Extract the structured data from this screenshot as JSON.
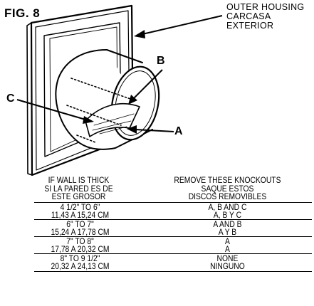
{
  "figure": {
    "label": "FIG. 8",
    "callouts": {
      "outer_housing": [
        "OUTER HOUSING",
        "CARCASA",
        "EXTERIOR"
      ],
      "a": "A",
      "b": "B",
      "c": "C"
    }
  },
  "table": {
    "header_left": [
      "IF WALL IS THICK",
      "SI LA PARED ES DE",
      "ESTE GROSOR"
    ],
    "header_right": [
      "REMOVE THESE KNOCKOUTS",
      "SAQUE ESTOS",
      "DISCOS REMOVIBLES"
    ],
    "rows": [
      {
        "thickness_in": "4 1/2\" TO 6\"",
        "thickness_cm": "11,43  A 15,24 CM",
        "remove_en": "A, B AND C",
        "remove_es": "A, B Y C"
      },
      {
        "thickness_in": "6\" TO 7\"",
        "thickness_cm": "15,24  A 17,78 CM",
        "remove_en": "A AND B",
        "remove_es": "A Y B"
      },
      {
        "thickness_in": "7\" TO 8\"",
        "thickness_cm": "17,78  A 20,32 CM",
        "remove_en": "A",
        "remove_es": "A"
      },
      {
        "thickness_in": "8\" TO 9 1/2\"",
        "thickness_cm": "20,32  A 24,13 CM",
        "remove_en": "NONE",
        "remove_es": "NINGUNO"
      }
    ]
  }
}
